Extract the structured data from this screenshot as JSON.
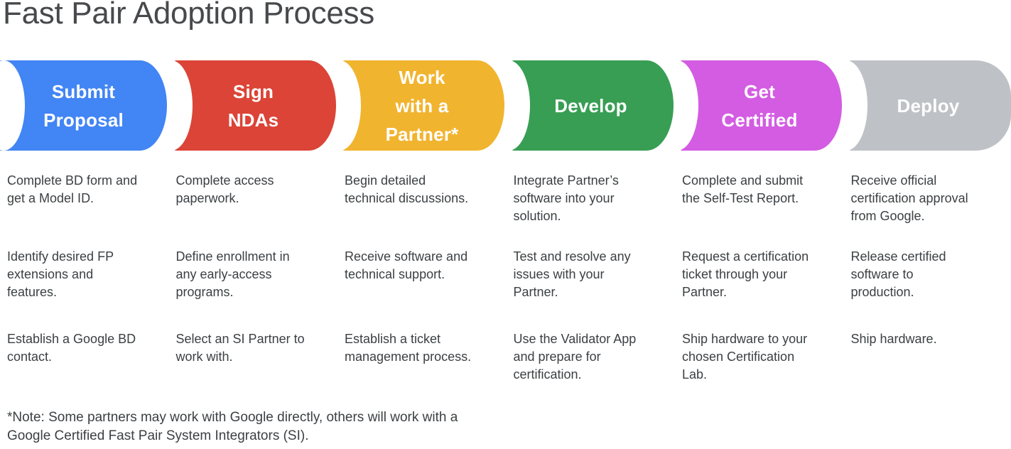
{
  "title": "Fast Pair Adoption Process",
  "stages": [
    {
      "label": "Submit\nProposal",
      "color": "#4285F4",
      "steps": [
        "Complete BD form and\nget a Model ID.",
        "Identify desired FP\nextensions and\nfeatures.",
        "Establish a Google BD\ncontact."
      ]
    },
    {
      "label": "Sign\nNDAs",
      "color": "#DB4437",
      "steps": [
        "Complete access\npaperwork.",
        "Define enrollment in\nany early-access\nprograms.",
        "Select an SI Partner to\nwork with."
      ]
    },
    {
      "label": "Work\nwith a\nPartner*",
      "color": "#F1B42F",
      "steps": [
        "Begin detailed\ntechnical discussions.",
        "Receive software and\ntechnical support.",
        "Establish a ticket\nmanagement process."
      ]
    },
    {
      "label": "Develop",
      "color": "#389E54",
      "steps": [
        "Integrate Partner’s\nsoftware into your\nsolution.",
        "Test and resolve any\nissues with your\nPartner.",
        "Use the Validator App\nand prepare for\ncertification."
      ]
    },
    {
      "label": "Get\nCertified",
      "color": "#D35CE2",
      "steps": [
        "Complete and submit\nthe Self-Test Report.",
        "Request a certification\nticket through your\nPartner.",
        "Ship hardware to your\nchosen Certification\nLab."
      ]
    },
    {
      "label": "Deploy",
      "color": "#BEC2C6",
      "steps": [
        "Receive official\ncertification approval\nfrom Google.",
        "Release certified\nsoftware to\nproduction.",
        "Ship hardware."
      ]
    }
  ],
  "note": "*Note: Some partners may work with Google directly, others will work with a\nGoogle Certified Fast Pair System Integrators (SI)."
}
